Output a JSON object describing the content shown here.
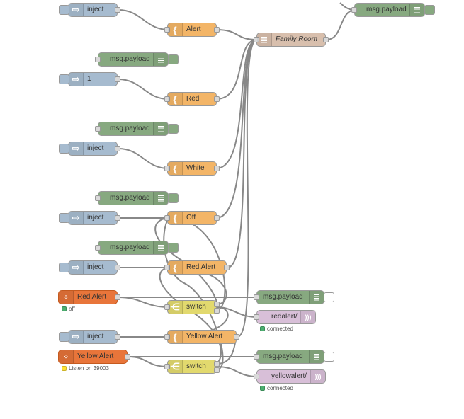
{
  "colors": {
    "inject": "#a6bbcf",
    "function": "#f3b567",
    "debug": "#87a980",
    "tv": "#d8bfad",
    "switch": "#e2d96e",
    "udp": "#e8753a",
    "mqtt": "#d8bfd8",
    "wire": "#888888",
    "status_green": "#4caf70",
    "status_yellow": "#ffe233"
  },
  "nodes": {
    "inject_alert": "inject",
    "func_alert": "Alert",
    "tv": "Family Room",
    "debug_top": "msg.payload",
    "debug_1": "msg.payload",
    "inject_red": "1",
    "func_red": "Red",
    "debug_2": "msg.payload",
    "inject_white": "inject",
    "func_white": "White",
    "debug_3": "msg.payload",
    "inject_off": "inject",
    "func_off": "Off",
    "debug_4": "msg.payload",
    "inject_redalert": "inject",
    "func_redalert": "Red Alert",
    "udp_red": "Red Alert",
    "udp_red_status": "off",
    "switch_1": "switch",
    "debug_5": "msg.payload",
    "mqtt_red": "redalert/",
    "mqtt_red_status": "connected",
    "inject_yellow": "inject",
    "func_yellow": "Yellow Alert",
    "udp_yellow": "Yellow Alert",
    "udp_yellow_status": "Listen on 39003",
    "switch_2": "switch",
    "debug_6": "msg.payload",
    "mqtt_yellow": "yellowalert/",
    "mqtt_yellow_status": "connected"
  }
}
